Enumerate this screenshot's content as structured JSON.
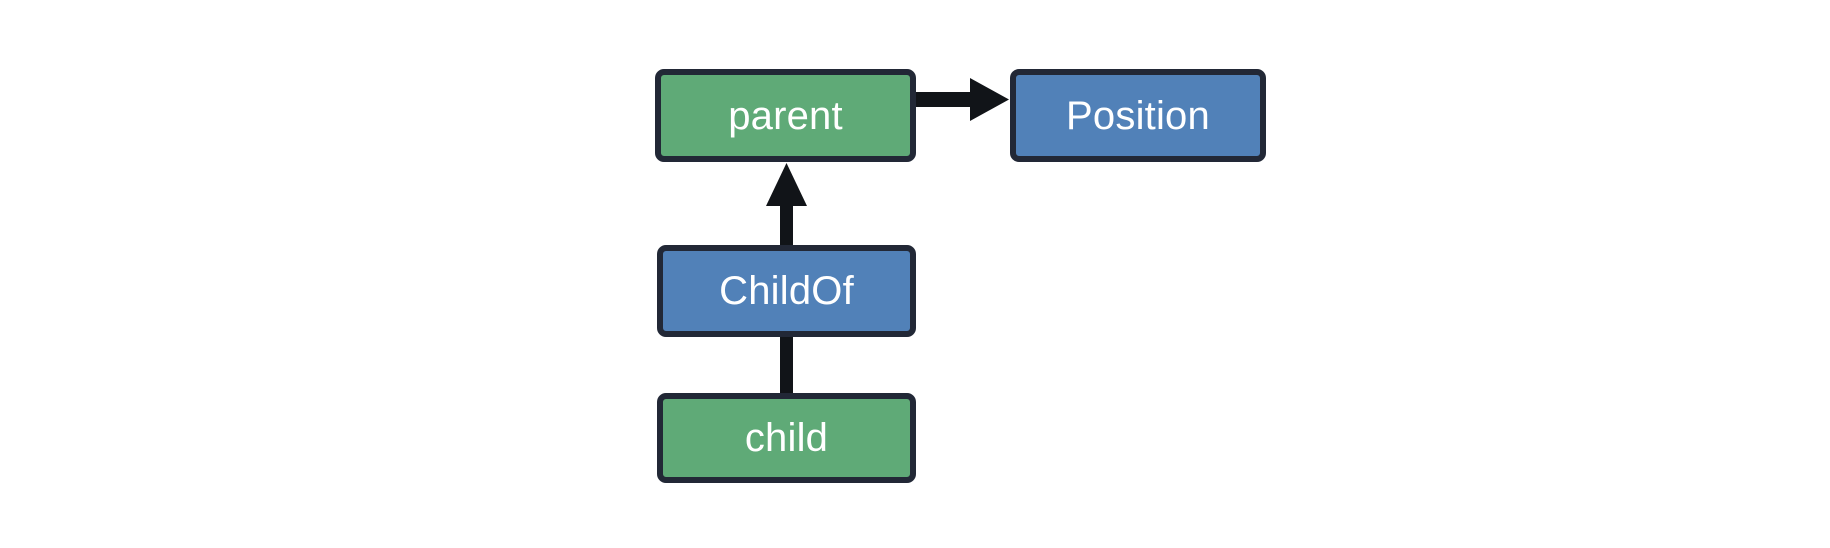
{
  "diagram": {
    "title": "ECS parent-child relationship diagram",
    "background_color": "#ffffff",
    "palette": {
      "entity_fill": "#5faa77",
      "component_fill": "#5181b8",
      "border": "#222836",
      "label_color": "#ffffff",
      "edge_color": "#111418"
    },
    "nodes": [
      {
        "id": "parent",
        "label": "parent",
        "kind": "entity",
        "fill": "#5faa77"
      },
      {
        "id": "position",
        "label": "Position",
        "kind": "component",
        "fill": "#5181b8"
      },
      {
        "id": "childof",
        "label": "ChildOf",
        "kind": "component",
        "fill": "#5181b8"
      },
      {
        "id": "child",
        "label": "child",
        "kind": "entity",
        "fill": "#5faa77"
      }
    ],
    "edges": [
      {
        "id": "parent-position",
        "from": "parent",
        "to": "position",
        "direction": "right",
        "arrowhead": true
      },
      {
        "id": "childof-parent",
        "from": "childof",
        "to": "parent",
        "direction": "up",
        "arrowhead": true
      },
      {
        "id": "child-childof",
        "from": "child",
        "to": "childof",
        "direction": "up",
        "arrowhead": false
      }
    ]
  }
}
